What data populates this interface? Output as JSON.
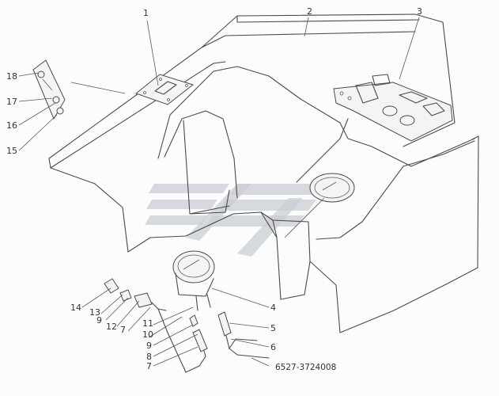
{
  "diagram": {
    "callouts": [
      {
        "id": "1",
        "text": "1"
      },
      {
        "id": "2",
        "text": "2"
      },
      {
        "id": "3",
        "text": "3"
      },
      {
        "id": "4",
        "text": "4"
      },
      {
        "id": "5",
        "text": "5"
      },
      {
        "id": "6",
        "text": "6"
      },
      {
        "id": "7a",
        "text": "7"
      },
      {
        "id": "7b",
        "text": "7"
      },
      {
        "id": "8",
        "text": "8"
      },
      {
        "id": "9a",
        "text": "9"
      },
      {
        "id": "9b",
        "text": "9"
      },
      {
        "id": "10",
        "text": "10"
      },
      {
        "id": "11",
        "text": "11"
      },
      {
        "id": "12",
        "text": "12"
      },
      {
        "id": "13",
        "text": "13"
      },
      {
        "id": "14",
        "text": "14"
      },
      {
        "id": "15",
        "text": "15"
      },
      {
        "id": "16",
        "text": "16"
      },
      {
        "id": "17",
        "text": "17"
      },
      {
        "id": "18",
        "text": "18"
      }
    ],
    "part_number": "6527-3724008",
    "watermark_color": "#c9ced4"
  }
}
